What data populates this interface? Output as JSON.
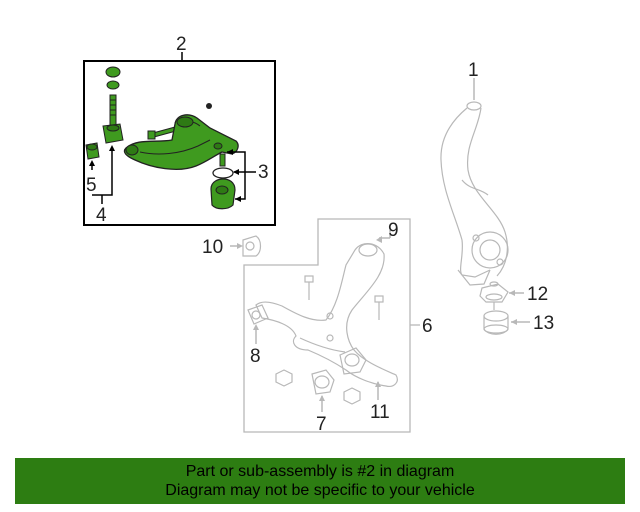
{
  "callouts": {
    "n1": "1",
    "n2": "2",
    "n3": "3",
    "n4": "4",
    "n5": "5",
    "n6": "6",
    "n7": "7",
    "n8": "8",
    "n9": "9",
    "n10": "10",
    "n11": "11",
    "n12": "12",
    "n13": "13"
  },
  "colors": {
    "highlight": "#3f9a1f",
    "line": "#444444",
    "ghost": "#b8b8b8",
    "banner": "#2d7d12"
  },
  "banner": {
    "line1": "Part or sub-assembly is #2 in diagram",
    "line2": "Diagram may not be specific to your vehicle"
  }
}
